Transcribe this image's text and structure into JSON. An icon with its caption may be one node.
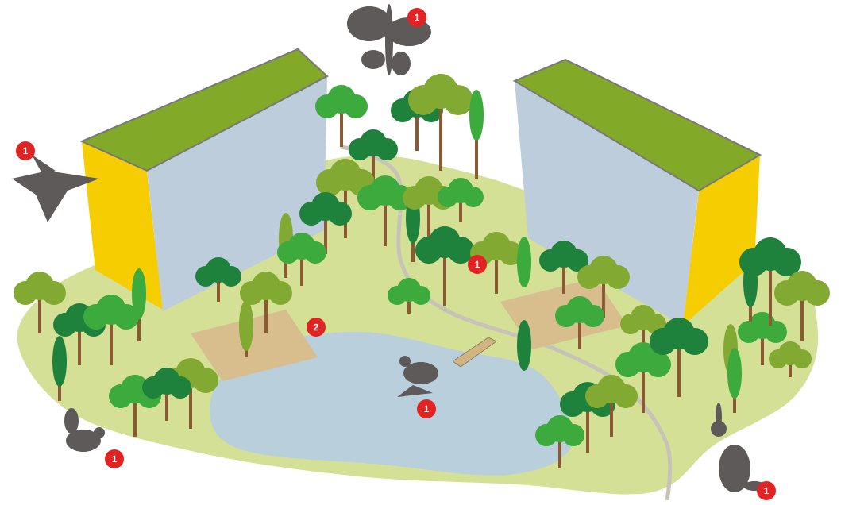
{
  "diagram": {
    "labels": [
      "1",
      "1",
      "1",
      "2",
      "1",
      "1",
      "1"
    ]
  }
}
